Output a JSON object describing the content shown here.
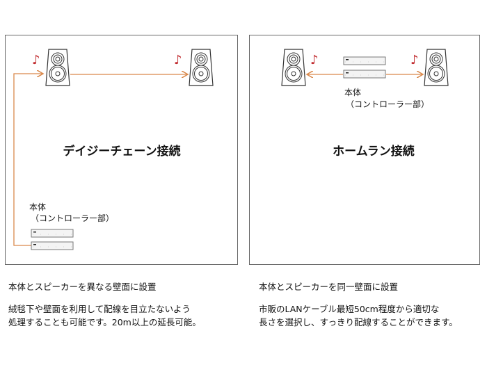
{
  "colors": {
    "cable": "#d9884a",
    "note": "#c0282c",
    "frame": "#666666"
  },
  "daisy_chain": {
    "title": "デイジーチェーン接続",
    "unit_label": "本体",
    "unit_sublabel": "（コントローラー部）",
    "caption_heading": "本体とスピーカーを異なる壁面に設置",
    "caption_line1": "絨毯下や壁面を利用して配線を目立たないよう",
    "caption_line2": "処理することも可能です。20m以上の延長可能。"
  },
  "home_run": {
    "title": "ホームラン接続",
    "unit_label": "本体",
    "unit_sublabel": "（コントローラー部）",
    "caption_heading": "本体とスピーカーを同一壁面に設置",
    "caption_line1": "市販のLANケーブル最短50cm程度から適切な",
    "caption_line2": "長さを選択し、すっきり配線することができます。"
  },
  "icons": {
    "note": "♪"
  }
}
